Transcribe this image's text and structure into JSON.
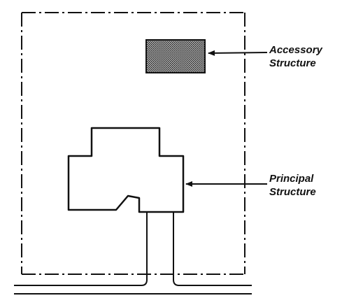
{
  "labels": {
    "accessory": {
      "line1": "Accessory",
      "line2": "Structure"
    },
    "principal": {
      "line1": "Principal",
      "line2": "Structure"
    }
  },
  "colors": {
    "ink": "#111111",
    "accessory_fill": "#9a9a9a",
    "background": "#ffffff"
  }
}
